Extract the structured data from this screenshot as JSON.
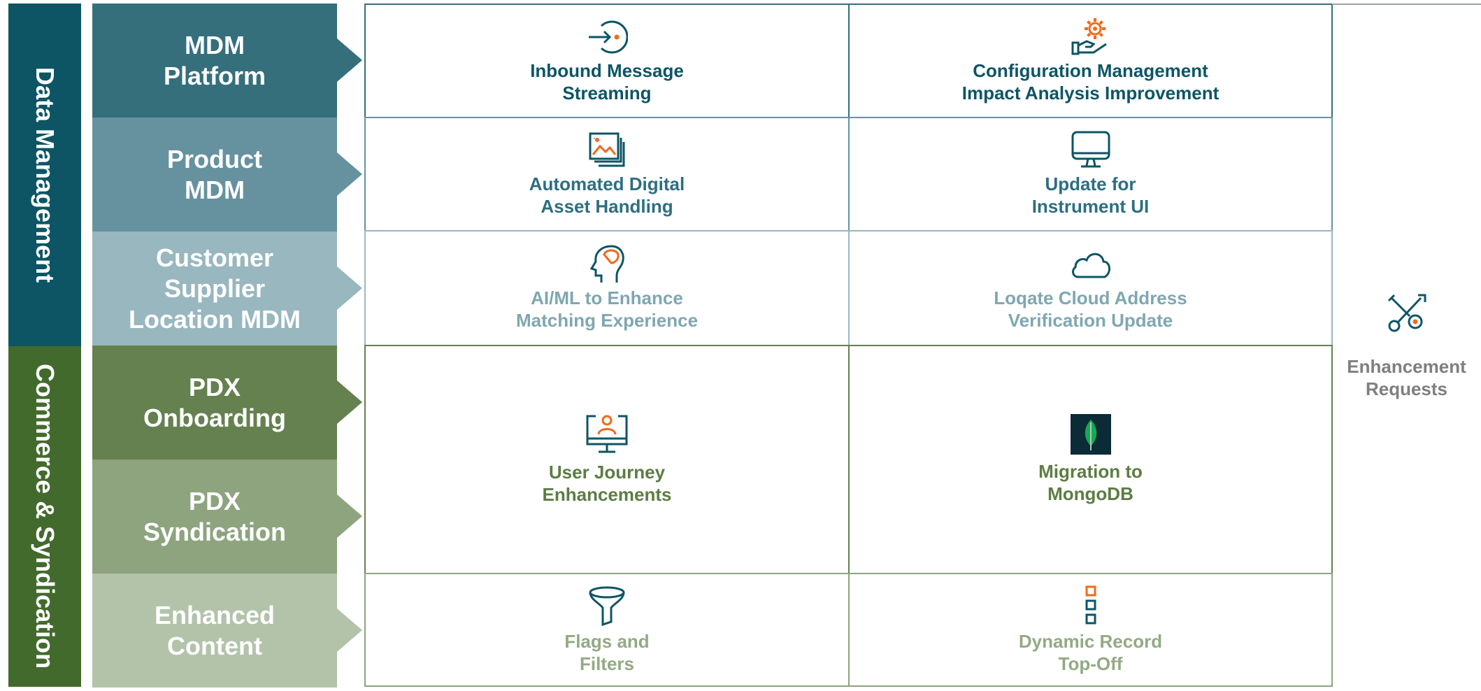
{
  "bands": [
    {
      "label": "Data Management",
      "color": "#0d5565"
    },
    {
      "label": "Commerce & Syndication",
      "color": "#426a2d"
    }
  ],
  "categories": [
    {
      "label": "MDM\nPlatform",
      "color": "#356f7c"
    },
    {
      "label": "Product\nMDM",
      "color": "#6692a0"
    },
    {
      "label": "Customer\nSupplier\nLocation MDM",
      "color": "#98b7bf"
    },
    {
      "label": "PDX\nOnboarding",
      "color": "#64814f"
    },
    {
      "label": "PDX\nSyndication",
      "color": "#8da47f"
    },
    {
      "label": "Enhanced\nContent",
      "color": "#b2c3aa"
    }
  ],
  "items": {
    "inbound": {
      "label": "Inbound Message\nStreaming",
      "icon": "sign-in-icon"
    },
    "config": {
      "label": "Configuration Management\nImpact Analysis Improvement",
      "icon": "hand-gear-icon"
    },
    "asset": {
      "label": "Automated Digital\nAsset Handling",
      "icon": "image-stack-icon"
    },
    "instrument": {
      "label": "Update for\nInstrument UI",
      "icon": "monitor-icon"
    },
    "aiml": {
      "label": "AI/ML to Enhance\nMatching Experience",
      "icon": "head-brain-icon"
    },
    "loqate": {
      "label": "Loqate Cloud Address\nVerification Update",
      "icon": "cloud-icon"
    },
    "journey": {
      "label": "User Journey\nEnhancements",
      "icon": "user-monitor-icon"
    },
    "mongo": {
      "label": "Migration to\nMongoDB",
      "icon": "mongodb-leaf-icon"
    },
    "flags": {
      "label": "Flags and\nFilters",
      "icon": "funnel-icon"
    },
    "topoff": {
      "label": "Dynamic Record\nTop-Off",
      "icon": "stacked-squares-icon"
    }
  },
  "enhancement": {
    "label": "Enhancement\nRequests",
    "icon": "tools-icon"
  },
  "colors": {
    "dark_teal": "#0d5565",
    "mid_teal": "#2d6f80",
    "light_teal": "#7fa7b1",
    "green": "#5c7d43",
    "light_green": "#93aa84",
    "orange": "#f06a1b",
    "grey_text": "#7f7f7f"
  }
}
